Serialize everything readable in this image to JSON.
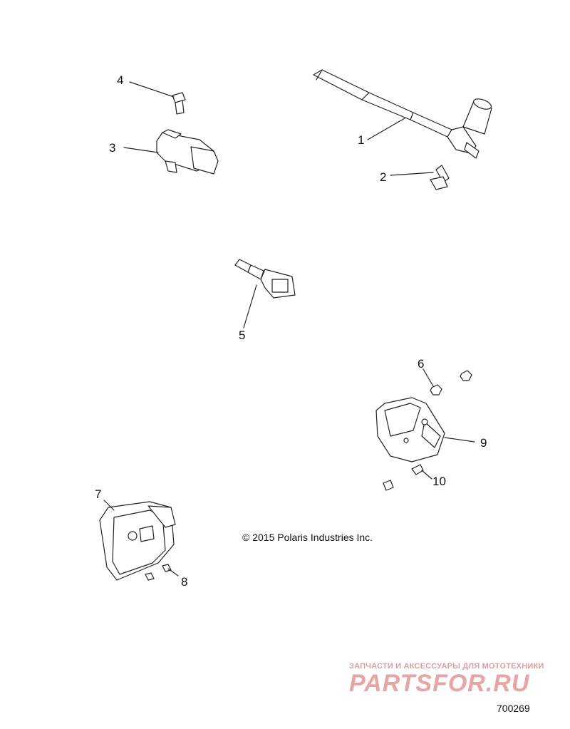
{
  "callouts": {
    "c1": "1",
    "c2": "2",
    "c3": "3",
    "c4": "4",
    "c5": "5",
    "c6": "6",
    "c7": "7",
    "c8": "8",
    "c9": "9",
    "c10": "10"
  },
  "copyright": "© 2015 Polaris Industries Inc.",
  "watermark": {
    "tagline": "ЗАПЧАСТИ И АКСЕССУАРЫ ДЛЯ МОТОТЕХНИКИ",
    "logo": "PARTSFOR.RU"
  },
  "drawing_number": "700269",
  "colors": {
    "line": "#222222",
    "watermark": "#e9a5a5"
  }
}
